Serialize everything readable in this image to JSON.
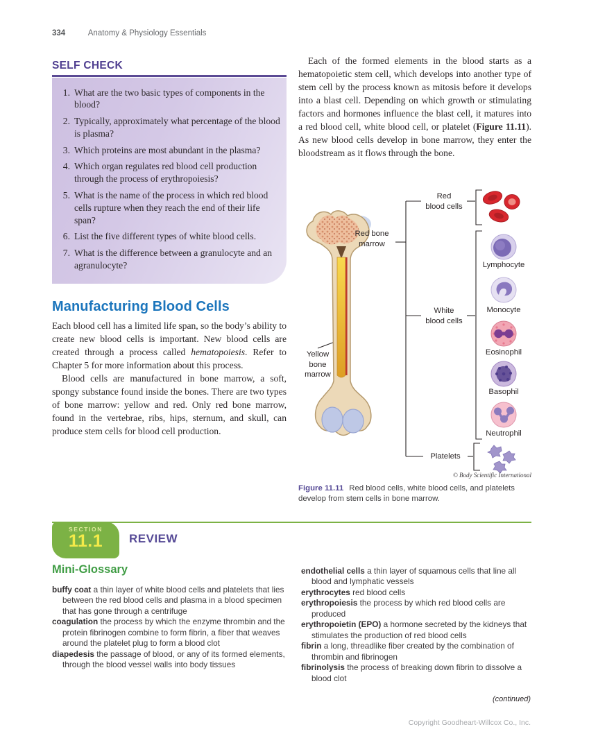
{
  "page": {
    "number": "334",
    "book_title": "Anatomy & Physiology Essentials",
    "continued": "(continued)",
    "copyright": "Copyright Goodheart-Willcox Co., Inc."
  },
  "colors": {
    "accent_purple": "#564a96",
    "heading_blue": "#1b75bc",
    "review_green": "#7cb245",
    "glossary_green": "#3f9c44",
    "badge_yellow": "#f3ea49",
    "selfcheck_lavender": "#cdbfe1"
  },
  "self_check": {
    "title": "SELF CHECK",
    "questions": [
      "What are the two basic types of components in the blood?",
      "Typically, approximately what percentage of the blood is plasma?",
      "Which proteins are most abundant in the plasma?",
      "Which organ regulates red blood cell production through the process of erythropoiesis?",
      "What is the name of the process in which red blood cells rupture when they reach the end of their life span?",
      "List the five different types of white blood cells.",
      "What is the difference between a granulocyte and an agranulocyte?"
    ]
  },
  "article": {
    "intro": {
      "pre": "Each of the formed elements in the blood starts as a hematopoietic stem cell, which develops into another type of stem cell by the process known as mitosis before it develops into a blast cell. Depending on which growth or stimulating factors and hormones influence the blast cell, it matures into a red blood cell, white blood cell, or platelet (",
      "figref": "Figure 11.11",
      "post": "). As new blood cells develop in bone marrow, they enter the bloodstream as it flows through the bone."
    },
    "manufacturing": {
      "heading": "Manufacturing Blood Cells",
      "para1_pre": "Each blood cell has a limited life span, so the body’s ability to create new blood cells is important. New blood cells are created through a process called ",
      "para1_italic": "hematopoiesis",
      "para1_post": ". Refer to Chapter 5 for more information about this process.",
      "para2": "Blood cells are manufactured in bone marrow, a soft, spongy substance found inside the bones. There are two types of bone marrow: yellow and red. Only red bone marrow, found in the vertebrae, ribs, hips, sternum, and skull, can produce stem cells for blood cell production."
    }
  },
  "figure": {
    "bone_labels": {
      "red": [
        "Red bone",
        "marrow"
      ],
      "yellow": [
        "Yellow",
        "bone",
        "marrow"
      ]
    },
    "branches": {
      "red_blood_cells": [
        "Red",
        "blood cells"
      ],
      "white_blood_cells": [
        "White",
        "blood cells"
      ],
      "platelets": "Platelets"
    },
    "cells": [
      {
        "label": "Lymphocyte"
      },
      {
        "label": "Monocyte"
      },
      {
        "label": "Eosinophil"
      },
      {
        "label": "Basophil"
      },
      {
        "label": "Neutrophil"
      }
    ],
    "credit": "© Body Scientific International",
    "caption": {
      "figref": "Figure 11.11",
      "text": "Red blood cells, white blood cells, and platelets develop from stem cells in bone marrow."
    }
  },
  "review": {
    "section_label": "SECTION",
    "section_number": "11.1",
    "review_label": "REVIEW",
    "glossary": {
      "heading": "Mini-Glossary",
      "left": [
        {
          "term": "buffy coat",
          "def": " a thin layer of white blood cells and platelets that lies between the red blood cells and plasma in a blood specimen that has gone through a centrifuge"
        },
        {
          "term": "coagulation",
          "def": " the process by which the enzyme thrombin and the protein fibrinogen combine to form fibrin, a fiber that weaves around the platelet plug to form a blood clot"
        },
        {
          "term": "diapedesis",
          "def": " the passage of blood, or any of its formed elements, through the blood vessel walls into body tissues"
        }
      ],
      "right": [
        {
          "term": "endothelial cells",
          "def": " a thin layer of squamous cells that line all blood and lymphatic vessels"
        },
        {
          "term": "erythrocytes",
          "def": " red blood cells"
        },
        {
          "term": "erythropoiesis",
          "def": " the process by which red blood cells are produced"
        },
        {
          "term": "erythropoietin (EPO)",
          "def": " a hormone secreted by the kidneys that stimulates the production of red blood cells"
        },
        {
          "term": "fibrin",
          "def": " a long, threadlike fiber created by the combination of thrombin and fibrinogen"
        },
        {
          "term": "fibrinolysis",
          "def": " the process of breaking down fibrin to dissolve a blood clot"
        }
      ]
    }
  }
}
